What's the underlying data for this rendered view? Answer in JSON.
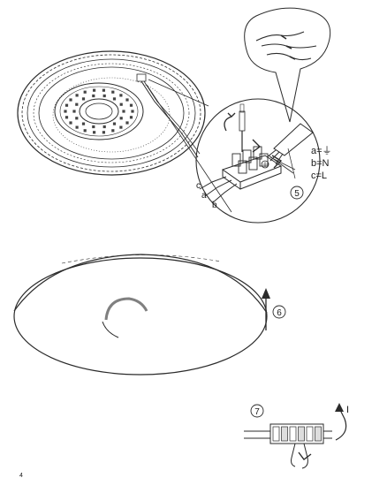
{
  "step_5": {
    "number": "5",
    "legend": [
      "a=⏚",
      "b=N",
      "c=L"
    ],
    "wire_labels": [
      "c",
      "a",
      "b"
    ]
  },
  "step_6": {
    "number": "6"
  },
  "step_7": {
    "number": "7",
    "switch_mark": "I"
  },
  "page_number": "4"
}
